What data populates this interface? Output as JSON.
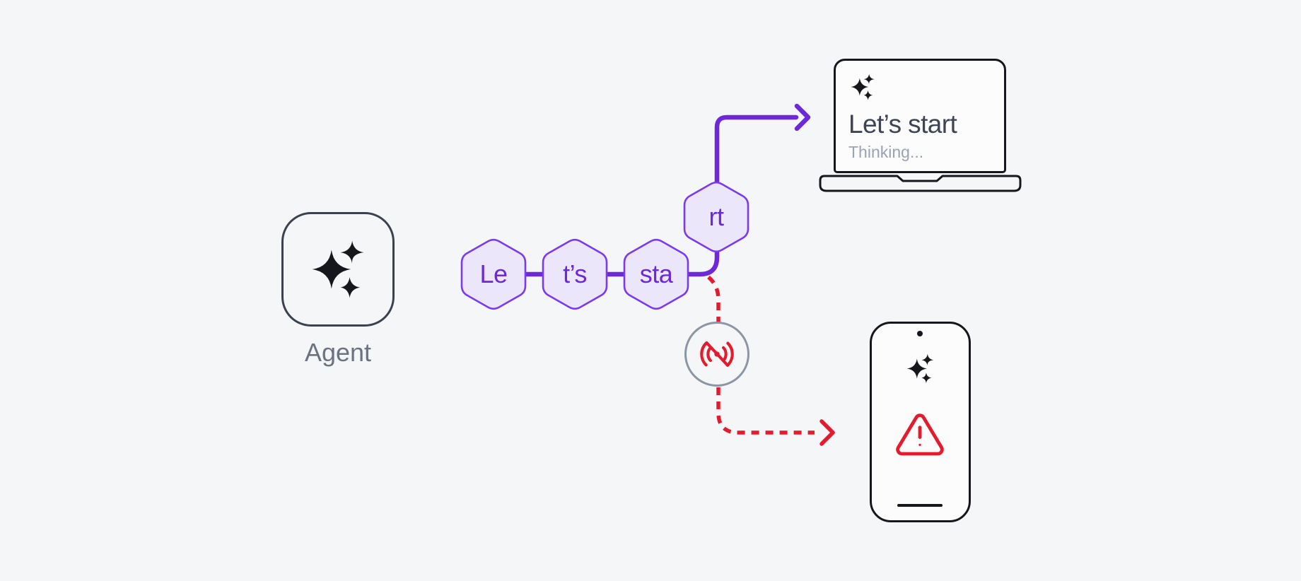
{
  "agent": {
    "label": "Agent",
    "icon": "sparkles-icon"
  },
  "tokens": [
    "Le",
    "t’s",
    "sta",
    "rt"
  ],
  "laptop": {
    "icon": "sparkles-icon",
    "title": "Let’s start",
    "status": "Thinking..."
  },
  "phone": {
    "icon": "sparkles-icon",
    "alert_icon": "warning-triangle-icon"
  },
  "signal": {
    "icon": "signal-off-icon"
  },
  "colors": {
    "background": "#f5f6f8",
    "accent_purple": "#6d28d9",
    "hexagon_border": "#7c3aed",
    "hexagon_fill": "#ece6fa",
    "error_red": "#e31b2c",
    "ink_dark": "#16161d",
    "agent_border": "#3a4252",
    "title_text": "#3d4554",
    "muted_text": "#9aa3b4",
    "label_text": "#6b7382",
    "badge_ring": "#8b95a3"
  }
}
